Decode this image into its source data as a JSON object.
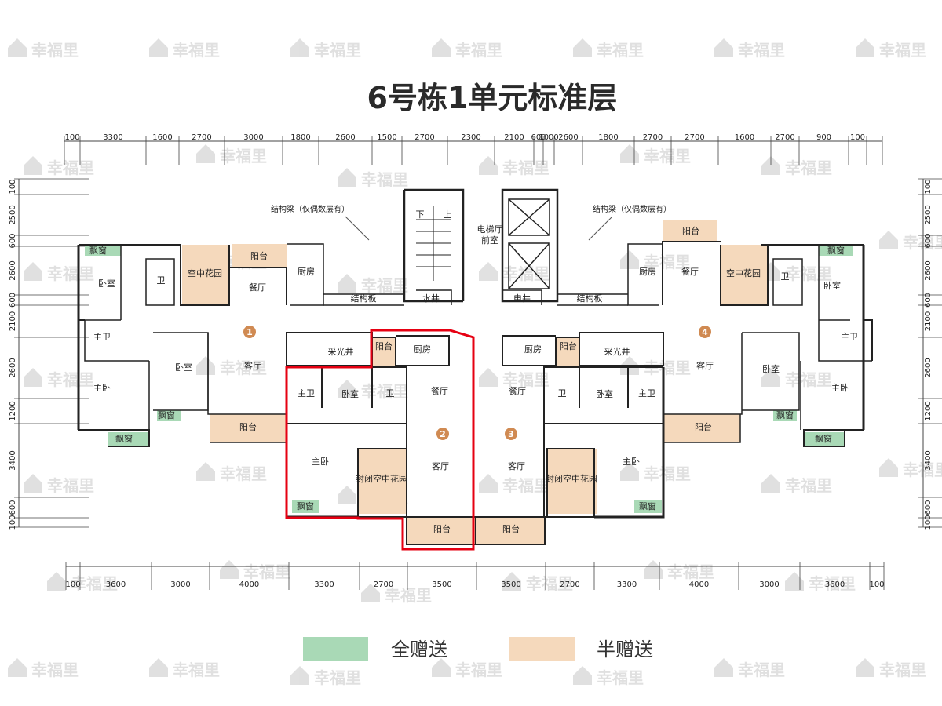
{
  "title": "6号栋1单元标准层",
  "watermark": "幸福里",
  "dims": {
    "top": [
      "100",
      "3300",
      "1600",
      "2700",
      "3000",
      "1800",
      "2600",
      "1500",
      "2700",
      "2300",
      "2100",
      "600",
      "1000",
      "2600",
      "1800",
      "2700",
      "2700",
      "1600",
      "2700",
      "900",
      "100"
    ],
    "bottom": [
      "100",
      "3600",
      "3000",
      "4000",
      "3300",
      "2700",
      "3500",
      "3500",
      "2700",
      "3300",
      "4000",
      "3000",
      "3600",
      "100"
    ],
    "left": [
      "100",
      "2500",
      "600",
      "2600",
      "600",
      "2100",
      "2600",
      "1200",
      "3400",
      "600",
      "100"
    ],
    "right": [
      "100",
      "2500",
      "600",
      "2600",
      "600",
      "2100",
      "2600",
      "1200",
      "3400",
      "600",
      "100"
    ]
  },
  "units": [
    "1",
    "2",
    "3",
    "4"
  ],
  "rooms": {
    "bay_window": "飘窗",
    "bedroom": "卧室",
    "bath": "卫",
    "sky_garden": "空中花园",
    "balcony": "阳台",
    "dining": "餐厅",
    "kitchen": "厨房",
    "master_bath": "主卫",
    "master_bed": "主卧",
    "living": "客厅",
    "light_well": "采光井",
    "closed_garden": "封闭空中花园",
    "structure_slab": "结构板",
    "water_shaft": "水井",
    "elec_shaft": "电井",
    "elevator_hall_1": "电梯厅",
    "elevator_hall_2": "前室",
    "stair_down": "下",
    "stair_up": "上"
  },
  "notes": {
    "beam_left": "结构梁（仅偶数层有）",
    "beam_right": "结构梁（仅偶数层有）"
  },
  "legend": [
    {
      "label": "全赠送",
      "color": "#a9d9b6"
    },
    {
      "label": "半赠送",
      "color": "#f5d9bc"
    }
  ],
  "colors": {
    "wall": "#222222",
    "garden": "#f5d9bc",
    "green": "#a9d9b6",
    "highlight": "#e60012",
    "unit_marker": "#d08a52",
    "title": "#2a2a2a"
  }
}
